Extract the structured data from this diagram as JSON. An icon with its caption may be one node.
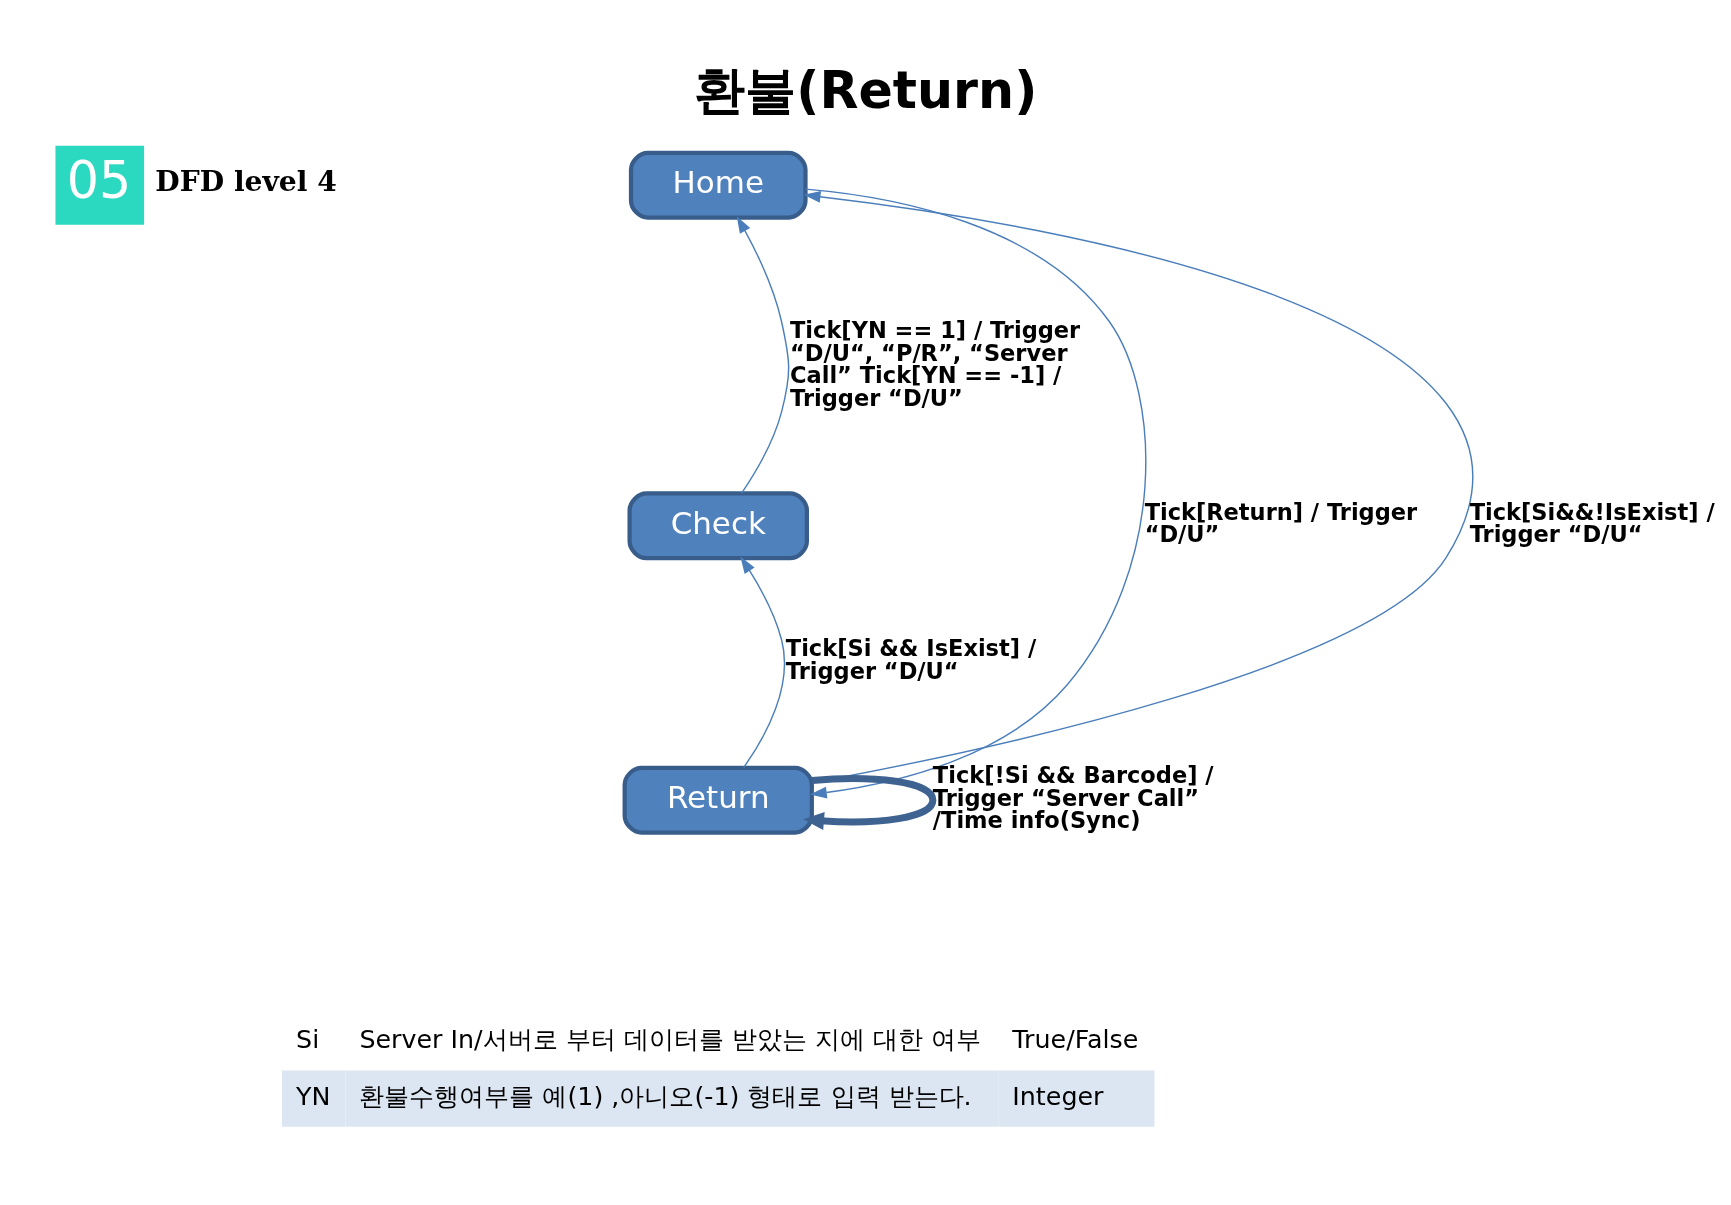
{
  "diagram": {
    "title": "환불(Return)",
    "nodes": [
      {
        "text": [
          "Home"
        ]
      },
      {
        "text": [
          "Check"
        ]
      },
      {
        "text": [
          "Return"
        ]
      }
    ],
    "edges": [
      {
        "from": 0,
        "to": 2,
        "arrow": "to",
        "label": "Tick[Return] / Trigger “D/U”"
      },
      {
        "from": 2,
        "to": 0,
        "arrow": "to",
        "label": "Tick[Si&&!IsExist] / Trigger “D/U“"
      },
      {
        "from": 2,
        "to": 1,
        "arrow": "to",
        "label": "Tick[Si && IsExist] / Trigger “D/U“"
      },
      {
        "from": 1,
        "to": 0,
        "arrow": "to",
        "label": "Tick[YN == 1] / Trigger “D/U“, “P/R”, “Server Call” Tick[YN == -1] / Trigger “D/U”"
      },
      {
        "from": 2,
        "to": 2,
        "arrow": "to",
        "label": "Tick[!Si && Barcode] / Trigger “Server Call” /Time info(Sync)",
        "style": "thick",
        "color": "#3f6391"
      }
    ],
    "labels": [
      "05",
      "DFD level 4",
      "Si",
      "Server In/서버로 부터 데이터를 받았는 지에 대한 여부",
      "True/False",
      "YN",
      "환불수행여부를 예(1) ,아니오(-1) 형태로 입력 받는다.",
      "Integer"
    ]
  }
}
